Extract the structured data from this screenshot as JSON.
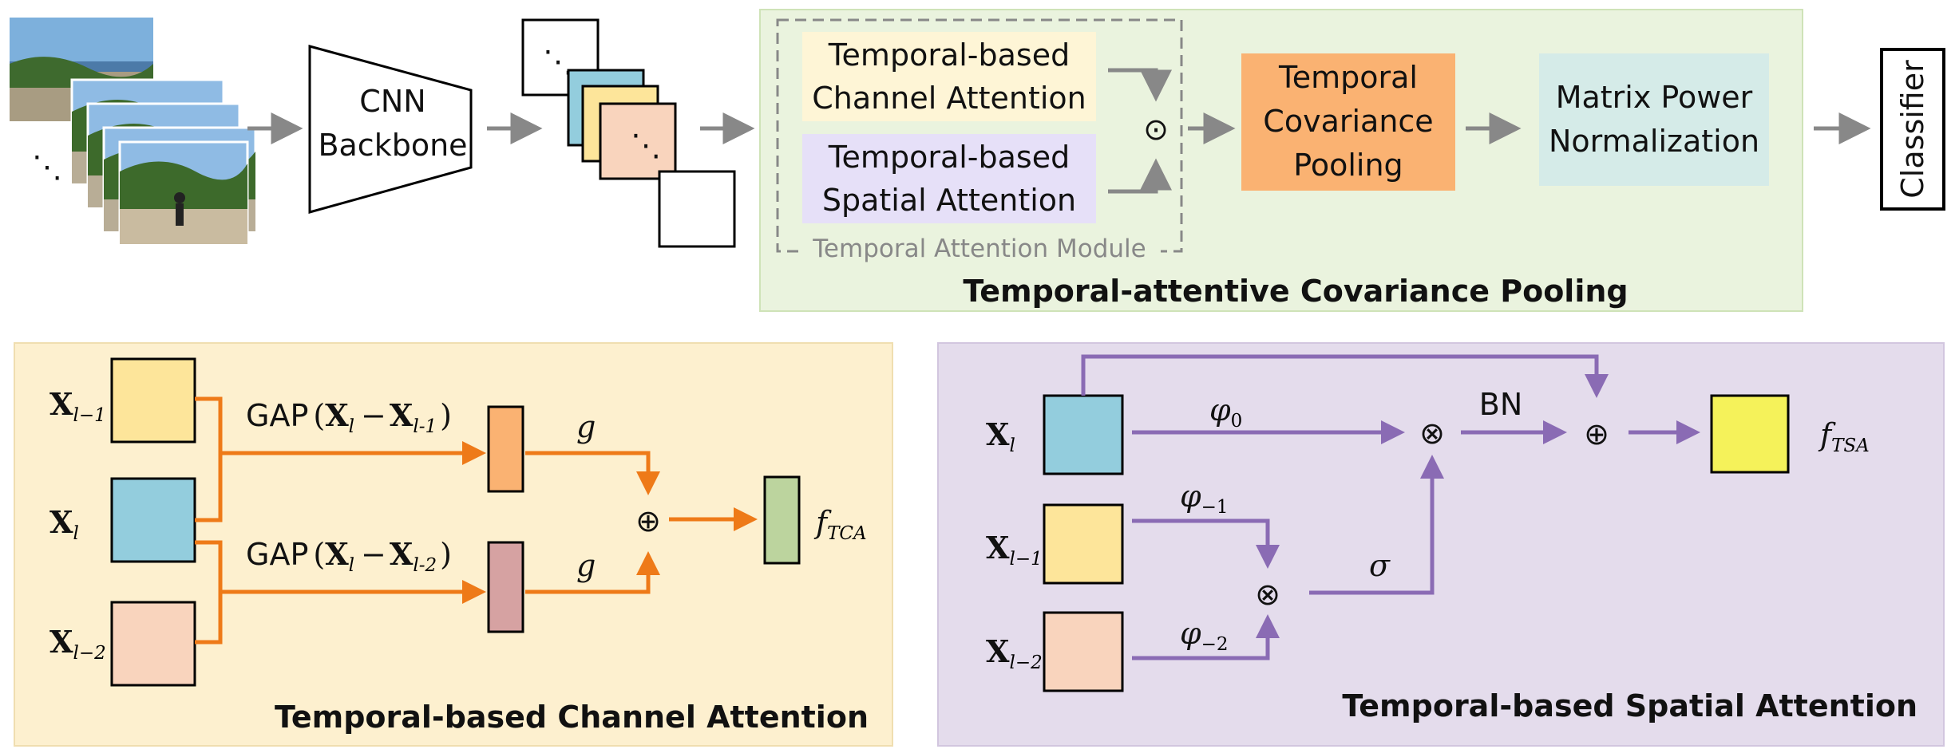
{
  "top": {
    "backbone": [
      "CNN",
      "Backbone"
    ],
    "channel_attention": [
      "Temporal-based",
      "Channel Attention"
    ],
    "spatial_attention": [
      "Temporal-based",
      "Spatial Attention"
    ],
    "hadamard": "⊙",
    "module_label": "Temporal Attention Module",
    "covariance_pooling": [
      "Temporal",
      "Covariance",
      "Pooling"
    ],
    "normalization": [
      "Matrix Power",
      "Normalization"
    ],
    "classifier": "Classifier",
    "caption": "Temporal-attentive Covariance Pooling",
    "ellipsis": "⋱",
    "frames_ellipsis": "⋱"
  },
  "tca": {
    "caption": "Temporal-based Channel Attention",
    "x_prev1": {
      "base": "X",
      "sub": "l−1"
    },
    "x_cur": {
      "base": "X",
      "sub": "l"
    },
    "x_prev2": {
      "base": "X",
      "sub": "l−2"
    },
    "gap1": {
      "func": "GAP",
      "a": "X",
      "a_sub": "l",
      "minus": "−",
      "b": "X",
      "b_sub": "l-1"
    },
    "gap2": {
      "func": "GAP",
      "a": "X",
      "a_sub": "l",
      "minus": "−",
      "b": "X",
      "b_sub": "l-2"
    },
    "g1": "g",
    "g2": "g",
    "plus": "⊕",
    "out": {
      "base": "f",
      "sub": "TCA"
    }
  },
  "tsa": {
    "caption": "Temporal-based Spatial Attention",
    "x_cur": {
      "base": "X",
      "sub": "l"
    },
    "x_prev1": {
      "base": "X",
      "sub": "l−1"
    },
    "x_prev2": {
      "base": "X",
      "sub": "l−2"
    },
    "phi0": {
      "base": "φ",
      "sub": "0"
    },
    "phi1": {
      "base": "φ",
      "sub": "−1"
    },
    "phi2": {
      "base": "φ",
      "sub": "−2"
    },
    "otimes1": "⊗",
    "otimes2": "⊗",
    "bn": "BN",
    "plus": "⊕",
    "sigma": "σ",
    "out": {
      "base": "f",
      "sub": "TSA"
    }
  },
  "colors": {
    "green_panel": "#eaf3de",
    "yellow_panel": "#fdf0cf",
    "purple_panel": "#e4dcec",
    "yellow": "#fde59a",
    "blue": "#93cddd",
    "peach": "#f9d4bd",
    "orange": "#fab272",
    "rose": "#d6a2a2",
    "green": "#bcd49e",
    "lemon": "#f5f25a",
    "lavender": "#e6e0f8",
    "cream": "#fef5d6",
    "teal": "#d5ebe8",
    "orange_arrow": "#ee7a18",
    "purple_arrow": "#8a6bb4",
    "gray_arrow": "#888888"
  }
}
